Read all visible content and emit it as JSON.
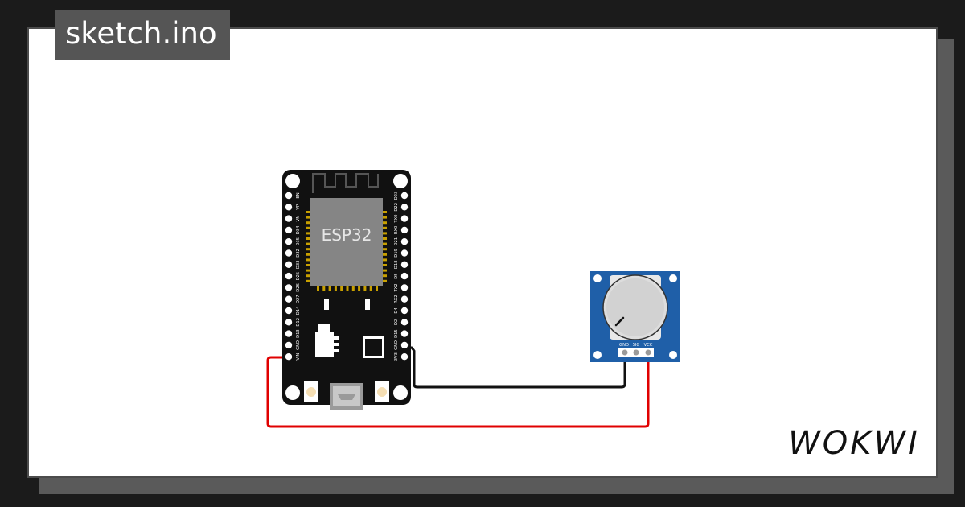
{
  "header": {
    "file_name": "sketch.ino"
  },
  "brand": {
    "logo_text": "WOKWI"
  },
  "esp32": {
    "chip_label": "ESP32",
    "left_pins": [
      "EN",
      "VP",
      "VN",
      "D34",
      "D35",
      "D32",
      "D33",
      "D25",
      "D26",
      "D27",
      "D14",
      "D12",
      "D13",
      "GND",
      "VIN"
    ],
    "right_pins": [
      "D23",
      "D22",
      "TX0",
      "RX0",
      "D21",
      "D19",
      "D18",
      "D5",
      "TX2",
      "RX2",
      "D4",
      "D2",
      "D15",
      "GND",
      "3V3"
    ]
  },
  "potentiometer": {
    "pins": [
      "GND",
      "SIG",
      "VCC"
    ]
  },
  "wires": [
    {
      "from": "esp32:GND",
      "to": "pot:GND",
      "color": "#000000"
    },
    {
      "from": "esp32:VIN",
      "to": "pot:VCC",
      "color": "#e00000"
    }
  ],
  "colors": {
    "board": "#111111",
    "module": "#858585",
    "pot_board": "#1f5fa8",
    "canvas": "#ffffff",
    "frame": "#555555"
  }
}
